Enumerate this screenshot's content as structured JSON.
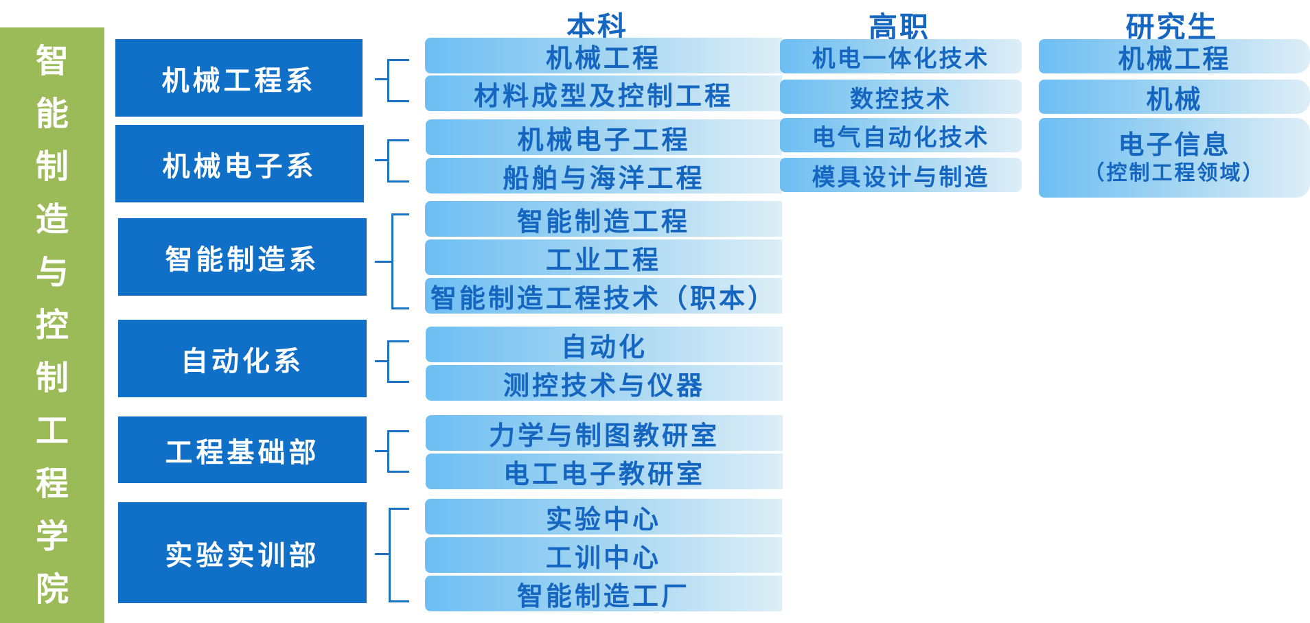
{
  "college": {
    "chars": [
      "智",
      "能",
      "制",
      "造",
      "与",
      "控",
      "制",
      "工",
      "程",
      "学",
      "院"
    ]
  },
  "headers": {
    "undergrad": "本科",
    "vocational": "高职",
    "graduate": "研究生"
  },
  "departments": [
    {
      "name": "机械工程系",
      "programs": [
        "机械工程",
        "材料成型及控制工程"
      ]
    },
    {
      "name": "机械电子系",
      "programs": [
        "机械电子工程",
        "船舶与海洋工程"
      ]
    },
    {
      "name": "智能制造系",
      "programs": [
        "智能制造工程",
        "工业工程",
        "智能制造工程技术（职本）"
      ]
    },
    {
      "name": "自动化系",
      "programs": [
        "自动化",
        "测控技术与仪器"
      ]
    },
    {
      "name": "工程基础部",
      "programs": [
        "力学与制图教研室",
        "电工电子教研室"
      ]
    },
    {
      "name": "实验实训部",
      "programs": [
        "实验中心",
        "工训中心",
        "智能制造工厂"
      ]
    }
  ],
  "vocational": [
    "机电一体化技术",
    "数控技术",
    "电气自动化技术",
    "模具设计与制造"
  ],
  "graduate": [
    {
      "main": "机械工程"
    },
    {
      "main": "机械"
    },
    {
      "main": "电子信息",
      "sub": "（控制工程领域）"
    }
  ]
}
